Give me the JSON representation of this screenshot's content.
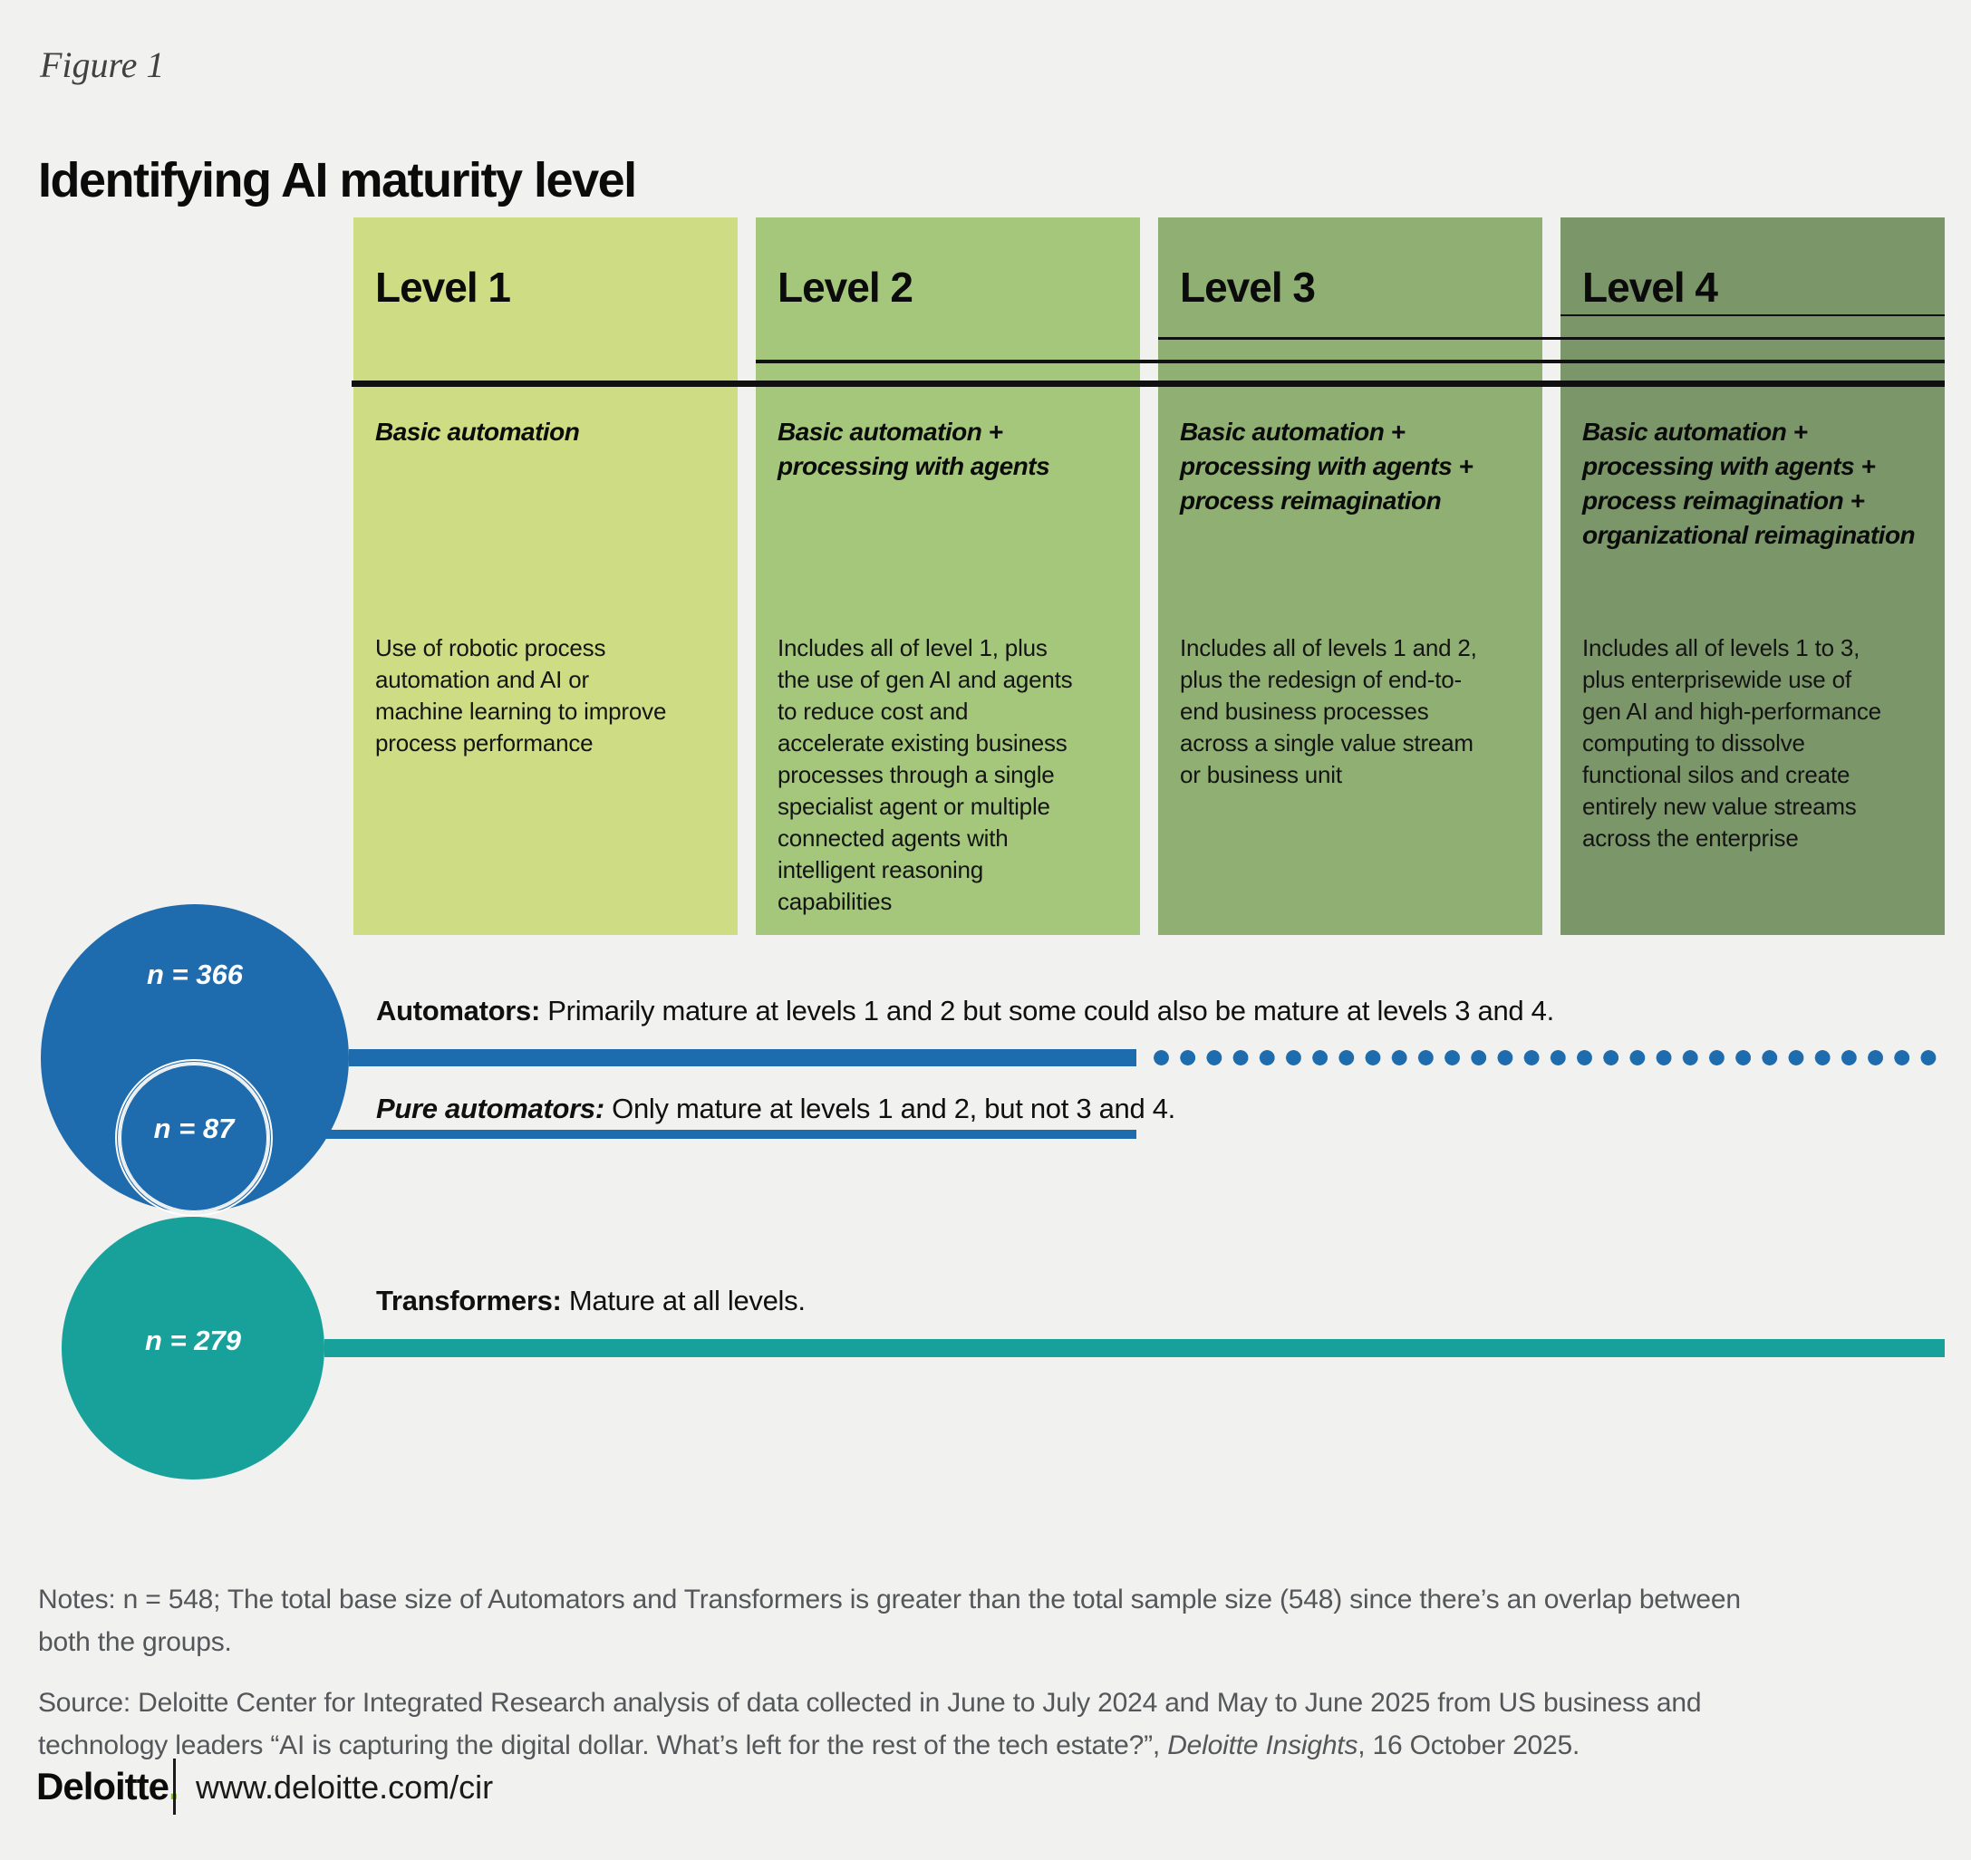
{
  "figure_label": "Figure 1",
  "title": "Identifying AI maturity level",
  "colors": {
    "background": "#f1f1ef",
    "level1": "#cedd84",
    "level2": "#a4c77c",
    "level3": "#90b073",
    "level4": "#7b9769",
    "automators_blue": "#1e6bae",
    "transformers_teal": "#18a19a",
    "deloitte_green": "#86bc25",
    "rule_black": "#101010",
    "meta_gray": "#54565a"
  },
  "levels": [
    {
      "name": "Level 1",
      "subtitle": [
        "Basic automation"
      ],
      "body": [
        "Use of robotic process",
        "automation and AI or",
        "machine learning to improve",
        "process performance"
      ]
    },
    {
      "name": "Level 2",
      "subtitle": [
        "Basic automation +",
        "processing with agents"
      ],
      "body": [
        "Includes all of level 1, plus",
        "the use of gen AI and agents",
        "to reduce cost and",
        "accelerate existing business",
        "processes through a single",
        "specialist agent or multiple",
        "connected agents with",
        "intelligent reasoning",
        "capabilities"
      ]
    },
    {
      "name": "Level 3",
      "subtitle": [
        "Basic automation +",
        "processing with agents +",
        "process reimagination"
      ],
      "body": [
        "Includes all of levels 1 and 2,",
        "plus the redesign of end-to-",
        "end business processes",
        "across a single value stream",
        "or business unit"
      ]
    },
    {
      "name": "Level 4",
      "subtitle": [
        "Basic automation +",
        "processing with agents +",
        "process reimagination +",
        "organizational reimagination"
      ],
      "body": [
        "Includes all of levels 1 to 3,",
        "plus enterprisewide use of",
        "gen AI and high-performance",
        "computing to dissolve",
        "functional silos and create",
        "entirely new value streams",
        "across the enterprise"
      ]
    }
  ],
  "groups": {
    "automators": {
      "n_label": "n = 366",
      "label": "Automators:",
      "desc": " Primarily mature at levels 1 and 2 but some could also be mature at levels 3 and 4."
    },
    "pure_automators": {
      "n_label": "n = 87",
      "label": "Pure automators:",
      "desc": " Only mature at levels 1 and 2, but not 3 and 4."
    },
    "transformers": {
      "n_label": "n = 279",
      "label": "Transformers:",
      "desc": " Mature at all levels."
    }
  },
  "notes": {
    "line1": "Notes: n = 548; The total base size of Automators and Transformers is greater than the total sample size (548) since there’s an overlap between",
    "line2": "both the groups."
  },
  "source": {
    "line1": "Source: Deloitte Center for Integrated Research analysis of data collected in June to July 2024 and May to June 2025 from US business and",
    "line2_before": "technology leaders “AI is capturing the digital dollar. What’s left for the rest of the tech estate?”, ",
    "line2_italic": "Deloitte Insights",
    "line2_after": ", 16 October 2025."
  },
  "footer": {
    "logo_text": "Deloitte",
    "logo_dot": ".",
    "url": "www.deloitte.com/cir"
  }
}
